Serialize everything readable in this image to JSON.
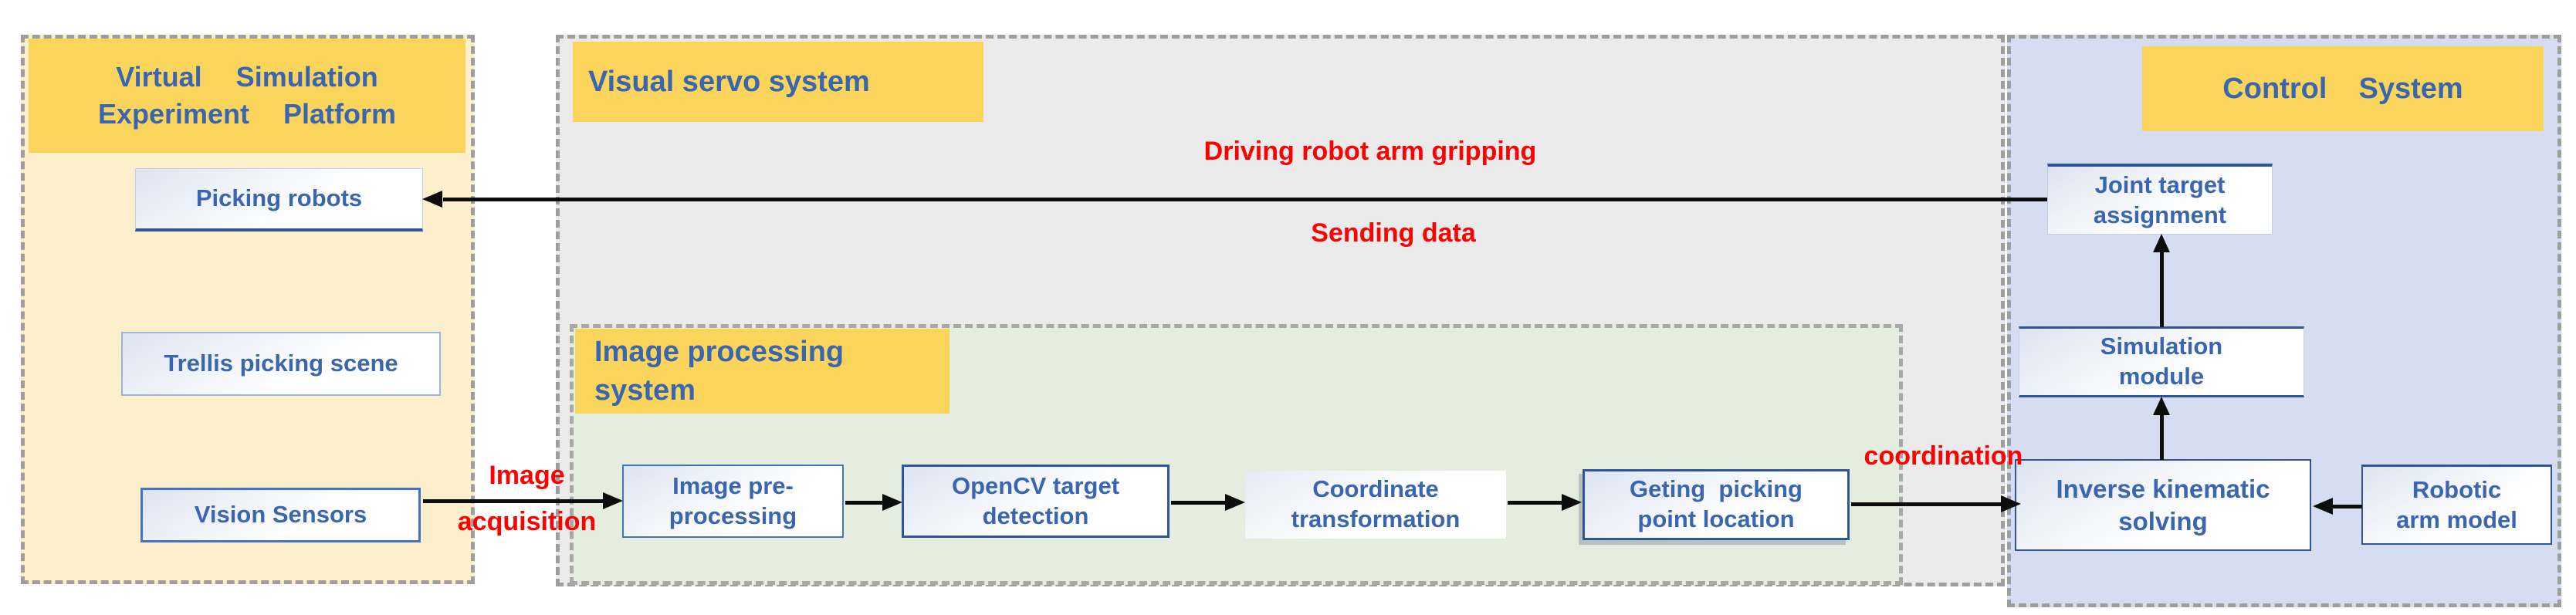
{
  "figure": {
    "type": "system-architecture-flowchart",
    "colors": {
      "header_yellow": "#FBD45C",
      "platform_panel_fill": "#FCEFCB",
      "servo_panel_fill": "#EBEBEB",
      "imgproc_panel_fill": "#E4EDDE",
      "control_panel_fill": "#D7DDF0",
      "node_text_blue": "#3A66B0",
      "node_border_blue": "#2F5597",
      "arrow_black": "#0d0d0d",
      "label_red": "#FF0000",
      "dashed_border_gray": "#9e9e9e"
    }
  },
  "panels": {
    "platform": {
      "title": "Virtual  Simulation\nExperiment  Platform",
      "boxes": {
        "picking": "Picking robots",
        "trellis": "Trellis picking scene",
        "vision": "Vision Sensors"
      }
    },
    "visual_servo": {
      "title": "Visual servo system"
    },
    "image_processing": {
      "title": "Image processing system",
      "boxes": {
        "pre": "Image pre-\nprocessing",
        "opencv": "OpenCV target\ndetection",
        "coord": "Coordinate\ntransformation",
        "geting": "Geting  picking\npoint location"
      }
    },
    "control": {
      "title": "Control  System",
      "boxes": {
        "joint": "Joint target\nassignment",
        "sim": "Simulation\nmodule",
        "inverse": "Inverse kinematic\nsolving",
        "robotic": "Robotic\narm model"
      }
    }
  },
  "arrow_labels": {
    "driving": "Driving robot arm gripping",
    "sending": "Sending data",
    "image_acq_line1": "Image",
    "image_acq_line2": "acquisition",
    "coordination": "coordination"
  }
}
